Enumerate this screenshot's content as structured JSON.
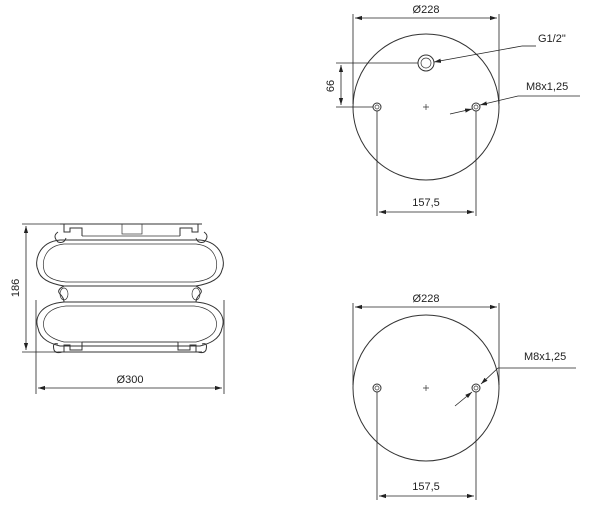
{
  "side_view": {
    "height_label": "186",
    "diameter_label": "Ø300"
  },
  "top_plate": {
    "diameter_label": "Ø228",
    "bolt_spacing_label": "157,5",
    "inlet_offset_label": "66",
    "inlet_callout": "G1/2\"",
    "thread_callout": "M8x1,25"
  },
  "bottom_plate": {
    "diameter_label": "Ø228",
    "bolt_spacing_label": "157,5",
    "thread_callout": "M8x1,25"
  }
}
